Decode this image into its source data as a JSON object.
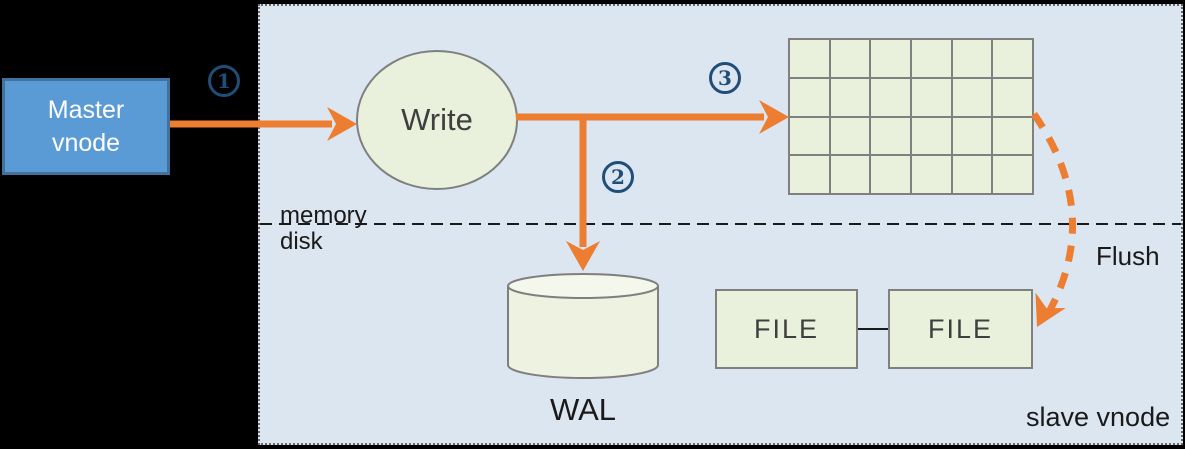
{
  "colors": {
    "background": "#000000",
    "panel_bg": "#dce6f1",
    "panel_border": "#696969",
    "accent_orange": "#ed7d31",
    "node_green_fill": "#e9f0dc",
    "node_border_gray": "#7f7f7f",
    "master_fill": "#5b9bd5",
    "master_border": "#41719c",
    "step_blue": "#1f4e79",
    "text_dark": "#3f3f3f",
    "label_black": "#1a1a1a"
  },
  "nodes": {
    "master_vnode": {
      "line1": "Master",
      "line2": "vnode"
    },
    "write": {
      "label": "Write"
    },
    "memtable": {
      "rows": 4,
      "cols": 6
    },
    "wal": {
      "label": "WAL"
    },
    "file_left": {
      "label": "FILE"
    },
    "file_right": {
      "label": "FILE"
    }
  },
  "steps": [
    {
      "num": "1"
    },
    {
      "num": "2"
    },
    {
      "num": "3"
    }
  ],
  "labels": {
    "memory": "memory",
    "disk": "disk",
    "flush": "Flush",
    "slave_vnode": "slave vnode"
  }
}
